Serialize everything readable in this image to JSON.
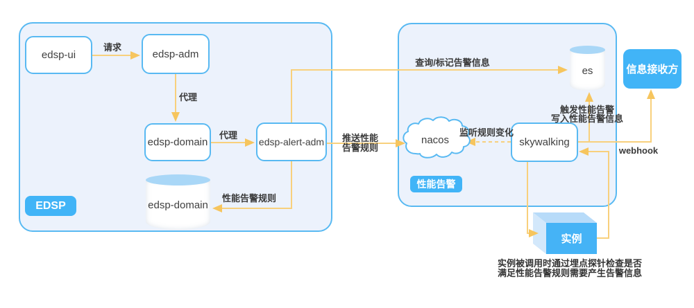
{
  "panels": {
    "edsp_badge": "EDSP",
    "perf_badge": "性能告警"
  },
  "nodes": {
    "edsp_ui": "edsp-ui",
    "edsp_adm": "edsp-adm",
    "edsp_domain": "edsp-domain",
    "edsp_alert_adm": "edsp-alert-adm",
    "edsp_domain_db": "edsp-domain",
    "nacos": "nacos",
    "skywalking": "skywalking",
    "es": "es",
    "receiver": "信息接收方",
    "instance": "实例"
  },
  "edge_labels": {
    "request": "请求",
    "proxy_adm_domain": "代理",
    "proxy_domain_alert": "代理",
    "query_mark_alert_info": "查询/标记告警信息",
    "perf_alert_rule": "性能告警规则",
    "push_rule_line1": "推送性能",
    "push_rule_line2": "告警规则",
    "listen_rule_change": "监听规则变化",
    "trigger_line1": "触发性能告警",
    "trigger_line2": "写入性能告警信息",
    "webhook": "webhook"
  },
  "caption": {
    "line1": "实例被调用时通过埋点探针检查是否",
    "line2": "满足性能告警规则需要产生告警信息"
  },
  "colors": {
    "accent-blue": "#41b4f7",
    "panel-border": "#58b9f2",
    "panel-fill": "#ecf2fc",
    "arrow-line": "#f8d07c",
    "arrow-head": "#f6c55e",
    "cylinder-top": "#a9d7f7",
    "cube-front": "#45b3f6",
    "cube-top": "#b7dbf9",
    "cube-side": "#d3e8fb",
    "label-text": "#3a3a3a"
  }
}
